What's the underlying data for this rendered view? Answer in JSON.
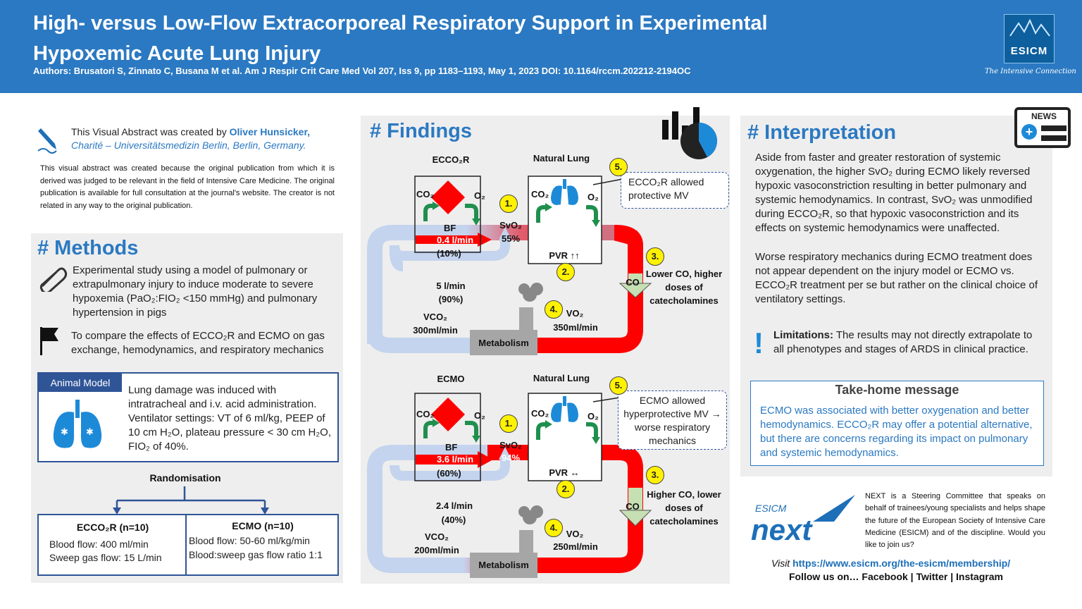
{
  "header": {
    "title": "High- versus Low-Flow Extracorporeal Respiratory Support in Experimental Hypoxemic Acute Lung Injury",
    "authors": "Authors: Brusatori S, Zinnato C, Busana M et al. Am J Respir Crit Care Med Vol 207, Iss 9, pp 1183–1193, May 1, 2023 DOI: 10.1164/rccm.202212-2194OC",
    "logo": "ESICM",
    "tagline": "The Intensive Connection"
  },
  "creator": {
    "prefix": "This Visual Abstract was created by ",
    "name": "Oliver Hunsicker,",
    "affiliation": "Charité – Universitätsmedizin Berlin, Berlin, Germany.",
    "disclaimer": "This visual abstract was created because the original publication from which it is derived was judged to be relevant in the field of Intensive Care Medicine. The original publication is available for full consultation at the journal's website. The creator is not related in any way to the original publication."
  },
  "methods": {
    "title": "# Methods",
    "item1": "Experimental study using a model of pulmonary or extrapulmonary injury to induce moderate to severe hypoxemia (PaO₂:FIO₂ <150 mmHg) and pulmonary hypertension in pigs",
    "item2": "To compare the effects of ECCO₂R and ECMO on gas exchange, hemodynamics, and respiratory mechanics",
    "animal_label": "Animal Model",
    "animal_text": "Lung damage was induced with intratracheal and i.v. acid administration. Ventilator settings: VT of 6 ml/kg, PEEP of 10 cm H₂O, plateau pressure < 30 cm H₂O, FIO₂ of 40%.",
    "randomisation": "Randomisation",
    "left_title": "ECCO₂R (n=10)",
    "left_l1": "Blood flow: 400 ml/min",
    "left_l2": "Sweep gas flow: 15 L/min",
    "right_title": "ECMO (n=10)",
    "right_l1": "Blood flow: 50-60 ml/kg/min",
    "right_l2": "Blood:sweep gas flow ratio 1:1"
  },
  "findings": {
    "title": "# Findings",
    "top": {
      "device": "ECCO₂R",
      "lung": "Natural Lung",
      "co2": "CO₂",
      "o2": "O₂",
      "bf": "BF",
      "bf_val": "0.4 l/min",
      "bf_pct": "(10%)",
      "svo2": "SvO₂",
      "svo2_val": "55%",
      "pvr": "PVR ↑↑",
      "flow": "5 l/min",
      "flow_pct": "(90%)",
      "vco2": "VCO₂",
      "vco2_val": "300ml/min",
      "vo2": "VO₂",
      "vo2_val": "350ml/min",
      "metabolism": "Metabolism",
      "co": "CO",
      "outcome": "Lower CO, higher doses of catecholamines",
      "note": "ECCO₂R allowed protective MV",
      "n1": "1.",
      "n2": "2.",
      "n3": "3.",
      "n4": "4.",
      "n5": "5."
    },
    "bottom": {
      "device": "ECMO",
      "lung": "Natural Lung",
      "co2": "CO₂",
      "o2": "O₂",
      "bf": "BF",
      "bf_val": "3.6 l/min",
      "bf_pct": "(60%)",
      "svo2": "SvO₂",
      "svo2_val": "94%",
      "pvr": "PVR ↔",
      "flow": "2.4 l/min",
      "flow_pct": "(40%)",
      "vco2": "VCO₂",
      "vco2_val": "200ml/min",
      "vo2": "VO₂",
      "vo2_val": "250ml/min",
      "metabolism": "Metabolism",
      "co": "CO",
      "outcome": "Higher CO, lower doses of catecholamines",
      "note": "ECMO allowed hyperprotective MV → worse respiratory mechanics",
      "n1": "1.",
      "n2": "2.",
      "n3": "3.",
      "n4": "4.",
      "n5": "5."
    }
  },
  "interpretation": {
    "title": "# Interpretation",
    "news": "NEWS",
    "p1": "Aside from faster and greater restoration of systemic oxygenation, the higher SvO₂ during ECMO likely reversed hypoxic vasoconstriction resulting in better pulmonary and systemic hemodynamics. In contrast, SvO₂ was unmodified during ECCO₂R, so that hypoxic vasoconstriction and its effects on systemic hemodynamics were unaffected.",
    "p2": "Worse respiratory mechanics during ECMO treatment does not appear dependent on the injury model or ECMO vs. ECCO₂R treatment per se but rather on the clinical choice of ventilatory settings.",
    "limits_label": "Limitations:",
    "limits_text": " The results may not directly extrapolate to all phenotypes and stages of ARDS in clinical practice.",
    "takehome_title": "Take-home message",
    "takehome_text": "ECMO was associated with better oxygenation and better hemodynamics. ECCO₂R may offer a potential alternative, but there are concerns regarding its impact on pulmonary and systemic hemodynamics."
  },
  "next": {
    "logo_small": "ESICM",
    "logo_big": "NEXT",
    "text": "NEXT is a Steering Committee that speaks on behalf of trainees/young specialists and helps shape the future of the European Society of Intensive Care Medicine (ESICM) and of the discipline. Would you like to join us?",
    "visit": "Visit ",
    "url": "https://www.esicm.org/the-esicm/membership/",
    "follow": "Follow us on… Facebook | Twitter | Instagram"
  },
  "colors": {
    "brand": "#2b79c2",
    "red": "#ff0000",
    "yellow": "#fff200",
    "green": "#1f8f4e"
  }
}
